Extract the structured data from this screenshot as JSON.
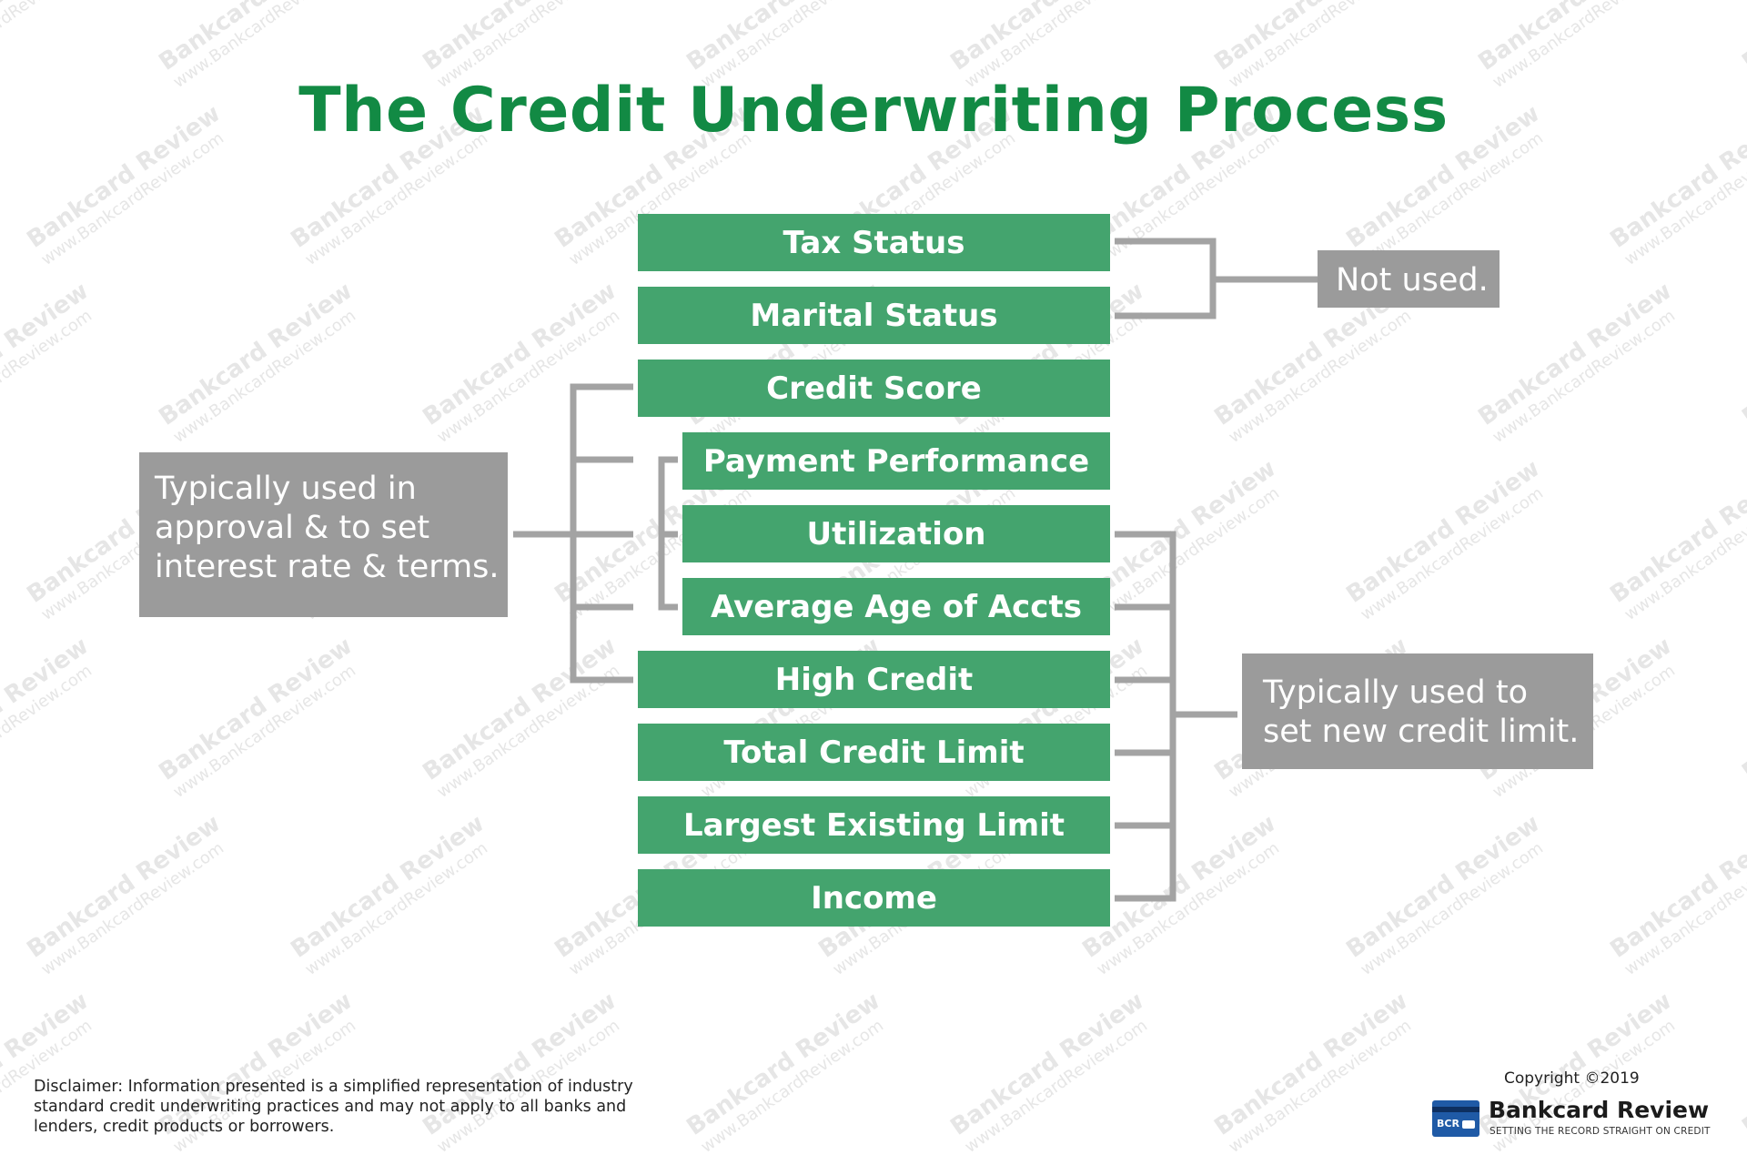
{
  "title": "The Credit Underwriting Process",
  "factors": [
    "Tax Status",
    "Marital Status",
    "Credit Score",
    "Payment Performance",
    "Utilization",
    "Average Age of Accts",
    "High Credit",
    "Total Credit Limit",
    "Largest Existing Limit",
    "Income"
  ],
  "notes": {
    "not_used": "Not used.",
    "approval": [
      "Typically used in",
      "approval & to set",
      "interest rate & terms."
    ],
    "credit_limit": [
      "Typically used to",
      "set new credit limit."
    ]
  },
  "disclaimer": "Disclaimer: Information presented is a simplified representation of industry standard credit underwriting practices and may not apply to all banks and lenders, credit products or borrowers.",
  "copyright": "Copyright ©2019",
  "brand": {
    "badge": "BCR",
    "name": "Bankcard Review",
    "tagline": "SETTING THE RECORD STRAIGHT ON CREDIT"
  },
  "watermark": {
    "brand": "Bankcard Review",
    "url": "www.BankcardReview.com"
  },
  "colors": {
    "title_green": "#128a44",
    "factor_green": "#44a46e",
    "note_gray": "#9b9b9b",
    "connector_gray": "#a3a3a3",
    "brand_blue": "#1f5aa6"
  }
}
